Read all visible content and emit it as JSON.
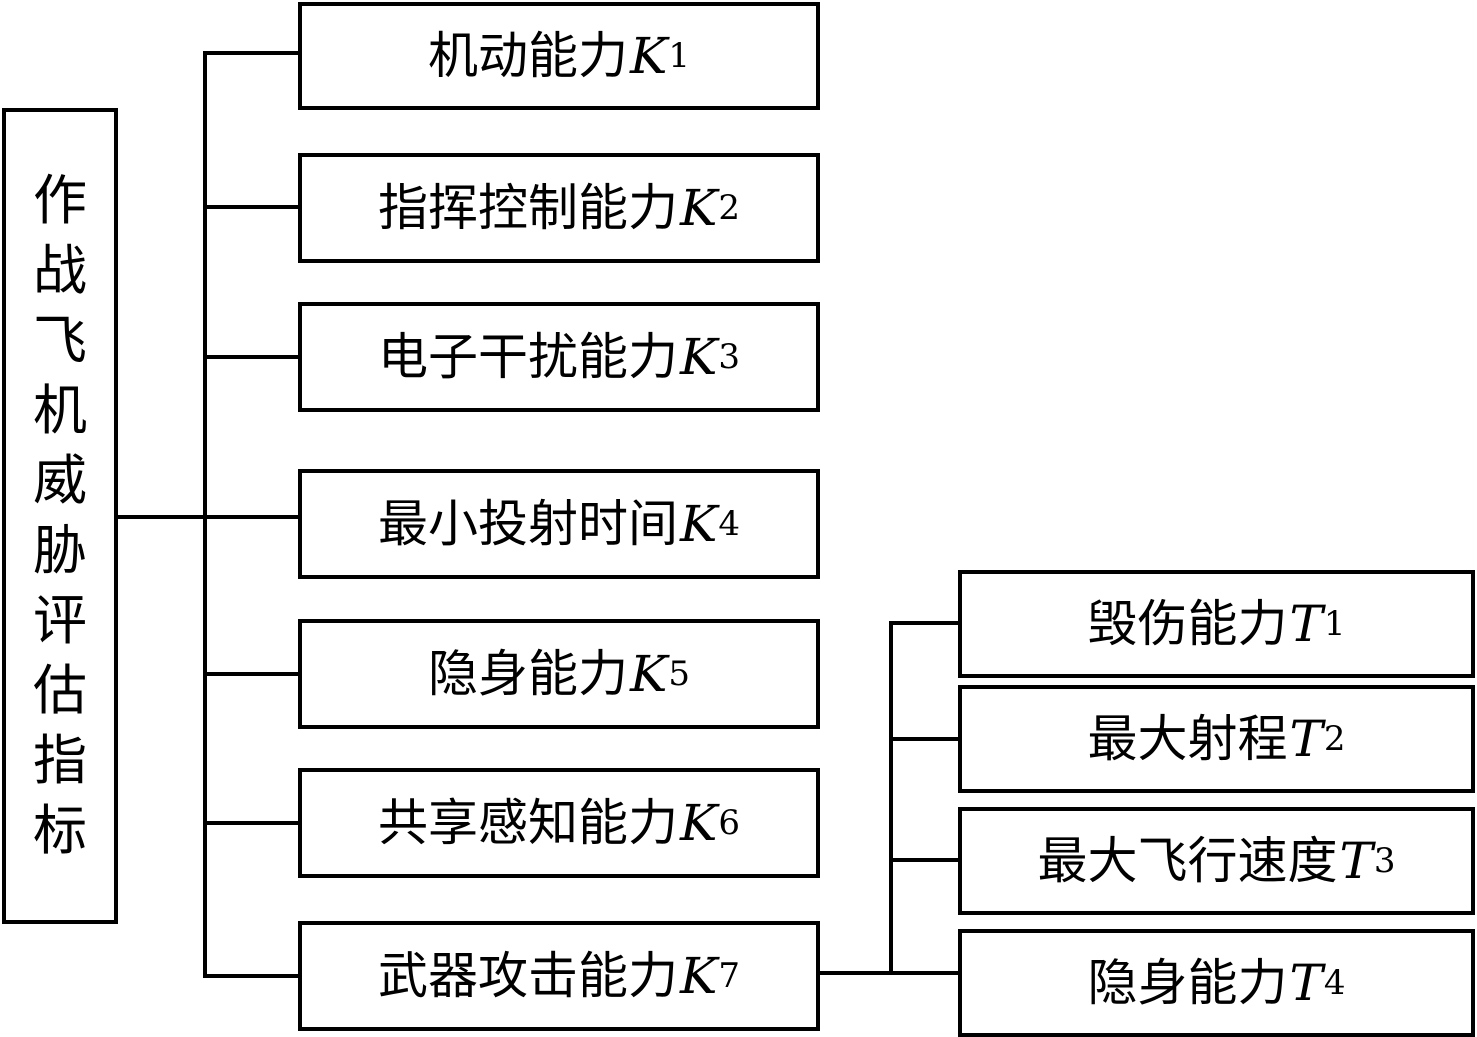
{
  "root": {
    "label": "作战飞机威胁评估指标"
  },
  "level1": [
    {
      "label": "机动能力",
      "var": "K",
      "sub": "1"
    },
    {
      "label": "指挥控制能力",
      "var": "K",
      "sub": "2"
    },
    {
      "label": "电子干扰能力",
      "var": "K",
      "sub": "3"
    },
    {
      "label": "最小投射时间",
      "var": "K",
      "sub": "4"
    },
    {
      "label": "隐身能力",
      "var": "K",
      "sub": "5"
    },
    {
      "label": "共享感知能力",
      "var": "K",
      "sub": "6"
    },
    {
      "label": "武器攻击能力",
      "var": "K",
      "sub": "7"
    }
  ],
  "level2": [
    {
      "label": "毁伤能力",
      "var": "T",
      "sub": "1"
    },
    {
      "label": "最大射程",
      "var": "T",
      "sub": "2"
    },
    {
      "label": "最大飞行速度",
      "var": "T",
      "sub": "3"
    },
    {
      "label": "隐身能力",
      "var": "T",
      "sub": "4"
    }
  ]
}
